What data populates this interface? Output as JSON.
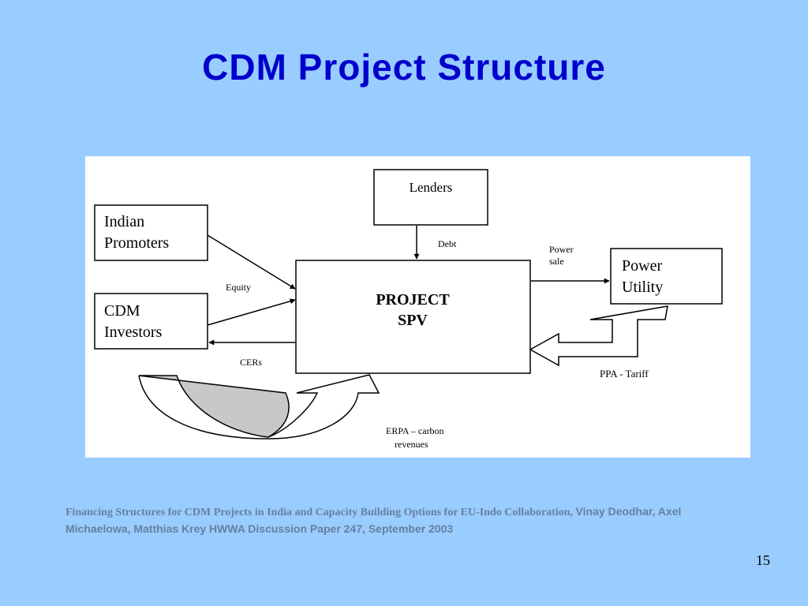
{
  "slide": {
    "title": "CDM Project Structure",
    "page_number": "15"
  },
  "diagram": {
    "boxes": {
      "lenders": "Lenders",
      "indian_promoters": [
        "Indian",
        "Promoters"
      ],
      "cdm_investors": [
        "CDM",
        "Investors"
      ],
      "project_spv": [
        "PROJECT",
        "SPV"
      ],
      "power_utility": [
        "Power",
        "Utility"
      ]
    },
    "flow_labels": {
      "debt": "Debt",
      "power_sale": [
        "Power",
        "sale"
      ],
      "equity": "Equity",
      "cers": "CERs",
      "ppa_tariff": "PPA - Tariff",
      "erpa": [
        "ERPA – carbon",
        "revenues"
      ]
    }
  },
  "citation": {
    "serif_part": "Financing Structures for CDM Projects in India and Capacity Building Options for EU-Indo Collaboration, ",
    "sans_part": "Vinay Deodhar, Axel Michaelowa, Matthias Krey HWWA Discussion Paper 247, September 2003"
  }
}
